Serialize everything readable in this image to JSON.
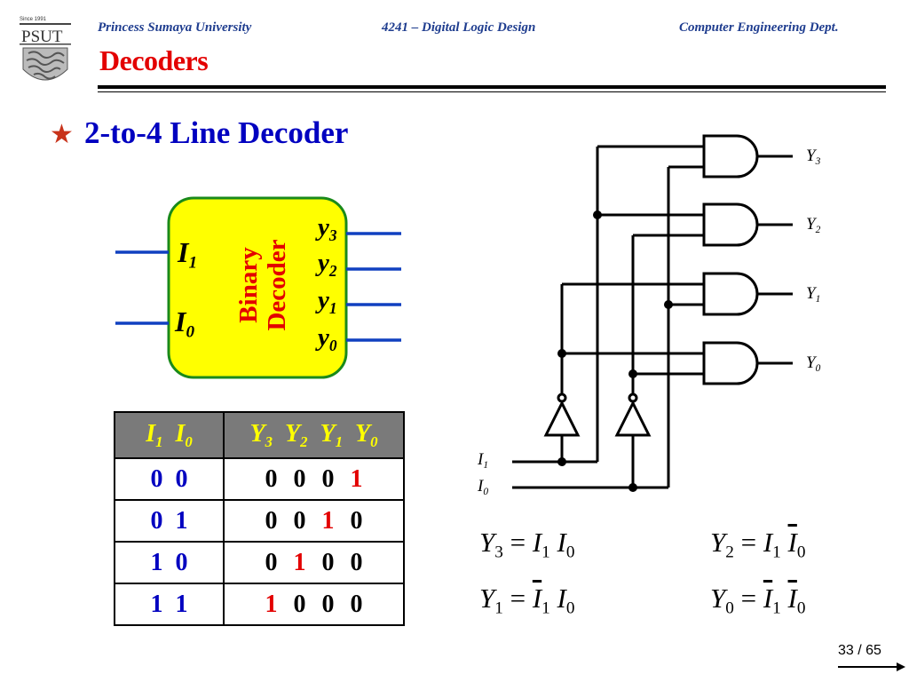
{
  "header": {
    "university": "Princess Sumaya University",
    "course": "4241 – Digital Logic Design",
    "department": "Computer Engineering Dept.",
    "logo_text": "PSUT",
    "logo_caption": "Since 1991"
  },
  "slide": {
    "title": "Decoders",
    "bullet_icon": "star-icon",
    "bullet": "2-to-4 Line Decoder"
  },
  "block": {
    "name_line1": "Binary",
    "name_line2": "Decoder",
    "inputs": [
      {
        "base": "I",
        "sub": "1"
      },
      {
        "base": "I",
        "sub": "0"
      }
    ],
    "outputs": [
      {
        "base": "y",
        "sub": "3"
      },
      {
        "base": "y",
        "sub": "2"
      },
      {
        "base": "y",
        "sub": "1"
      },
      {
        "base": "y",
        "sub": "0"
      }
    ],
    "colors": {
      "fill": "#ffff00",
      "border": "#1a8a1a",
      "wires": "#1040c0"
    }
  },
  "truth_table": {
    "header_left": [
      "I",
      "1",
      "I",
      "0"
    ],
    "header_right": [
      "Y",
      "3",
      "Y",
      "2",
      "Y",
      "1",
      "Y",
      "0"
    ],
    "rows": [
      {
        "in": [
          "0",
          "0"
        ],
        "out": [
          "0",
          "0",
          "0",
          "1"
        ]
      },
      {
        "in": [
          "0",
          "1"
        ],
        "out": [
          "0",
          "0",
          "1",
          "0"
        ]
      },
      {
        "in": [
          "1",
          "0"
        ],
        "out": [
          "0",
          "1",
          "0",
          "0"
        ]
      },
      {
        "in": [
          "1",
          "1"
        ],
        "out": [
          "1",
          "0",
          "0",
          "0"
        ]
      }
    ]
  },
  "circuit": {
    "outputs": [
      {
        "base": "Y",
        "sub": "3"
      },
      {
        "base": "Y",
        "sub": "2"
      },
      {
        "base": "Y",
        "sub": "1"
      },
      {
        "base": "Y",
        "sub": "0"
      }
    ],
    "inputs": [
      {
        "base": "I",
        "sub": "1"
      },
      {
        "base": "I",
        "sub": "0"
      }
    ]
  },
  "equations": {
    "y3": {
      "lhs": "Y",
      "lhs_sub": "3",
      "eq": "=",
      "t1": "I",
      "t1_sub": "1",
      "t2": "I",
      "t2_sub": "0"
    },
    "y2": {
      "lhs": "Y",
      "lhs_sub": "2",
      "eq": "=",
      "t1": "I",
      "t1_sub": "1",
      "t2": "I",
      "t2_sub": "0"
    },
    "y1": {
      "lhs": "Y",
      "lhs_sub": "1",
      "eq": "=",
      "t1": "I",
      "t1_sub": "1",
      "t2": "I",
      "t2_sub": "0"
    },
    "y0": {
      "lhs": "Y",
      "lhs_sub": "0",
      "eq": "=",
      "t1": "I",
      "t1_sub": "1",
      "t2": "I",
      "t2_sub": "0"
    }
  },
  "footer": {
    "page": "33 / 65"
  }
}
